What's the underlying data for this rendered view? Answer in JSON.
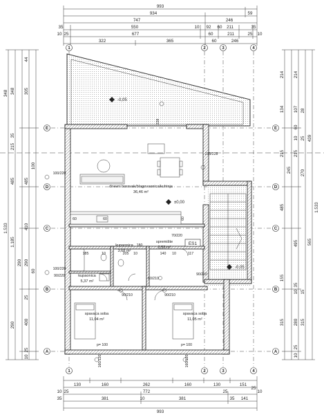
{
  "dims": {
    "top": [
      "993",
      "934",
      "59",
      "747",
      "246",
      "35",
      "550",
      "10",
      "92",
      "60",
      "211",
      "35",
      "10",
      "25",
      "677",
      "60",
      "211",
      "25",
      "10",
      "322",
      "365",
      "60",
      "246"
    ],
    "bottom": [
      "130",
      "160",
      "262",
      "160",
      "130",
      "151",
      "25",
      "10",
      "25",
      "772",
      "25",
      "10",
      "35",
      "381",
      "10",
      "381",
      "35",
      "141",
      "993"
    ],
    "left": [
      "348",
      "44",
      "305",
      "348",
      "35",
      "215",
      "485",
      "485",
      "100",
      "1.533",
      "1.185",
      "410",
      "290",
      "290",
      "60",
      "25",
      "290",
      "400",
      "25",
      "10"
    ],
    "right": [
      "214",
      "214",
      "134",
      "107",
      "28",
      "60",
      "10",
      "25",
      "215",
      "215",
      "439",
      "245",
      "270",
      "1.533",
      "485",
      "565",
      "495",
      "155",
      "35",
      "10",
      "15",
      "315",
      "280",
      "315",
      "25",
      "10"
    ]
  },
  "axes": {
    "horizontal": [
      "E",
      "D",
      "C",
      "B",
      "A"
    ],
    "vertical": [
      "1",
      "2",
      "3",
      "4"
    ]
  },
  "rooms": [
    {
      "name": "dnevni boravak/blagovaonica/kuhinja",
      "area": "36,46 m²"
    },
    {
      "name": "kupaonica",
      "area": "5,37 m²"
    },
    {
      "name": "kupaonica",
      "area": "3,68 m²"
    },
    {
      "name": "spremište",
      "area": "2,53 m²"
    },
    {
      "name": "spavaca soba",
      "area": "11,04 m²"
    },
    {
      "name": "spavaca soba",
      "area": "11,05 m²"
    }
  ],
  "levels": [
    "-0,05",
    "±0,00",
    "-0,05"
  ],
  "openings": [
    "100/220",
    "100/220",
    "90/220",
    "215/228",
    "60/210",
    "90/210",
    "90/210",
    "90/210",
    "70/220",
    "185",
    "10",
    "205",
    "10",
    "180",
    "140",
    "10",
    "117",
    "160/120",
    "160/120",
    "p= 100",
    "p= 100",
    "228",
    "60",
    "60",
    "60"
  ],
  "tags": [
    "ES1"
  ]
}
